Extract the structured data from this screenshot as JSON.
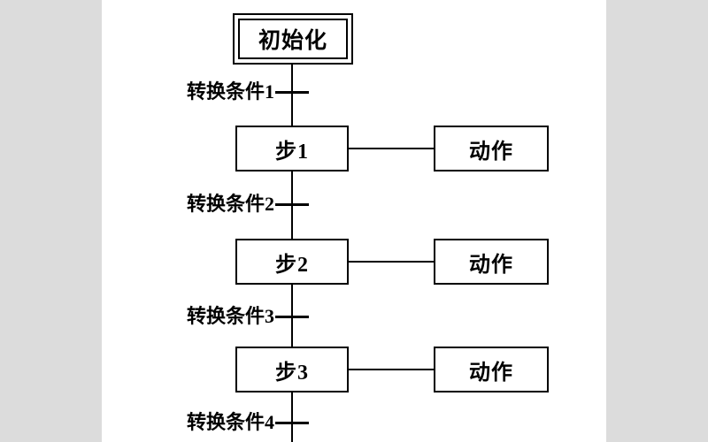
{
  "diagram": {
    "type": "sequential-function-chart",
    "initial_step": {
      "label": "初始化"
    },
    "steps": [
      {
        "label": "步1",
        "action": {
          "label": "动作"
        }
      },
      {
        "label": "步2",
        "action": {
          "label": "动作"
        }
      },
      {
        "label": "步3",
        "action": {
          "label": "动作"
        }
      }
    ],
    "transitions": [
      {
        "label": "转换条件1"
      },
      {
        "label": "转换条件2"
      },
      {
        "label": "转换条件3"
      },
      {
        "label": "转换条件4"
      }
    ],
    "colors": {
      "line": "#000000",
      "background": "#ffffff",
      "margin_band": "#dcdcdc"
    }
  }
}
